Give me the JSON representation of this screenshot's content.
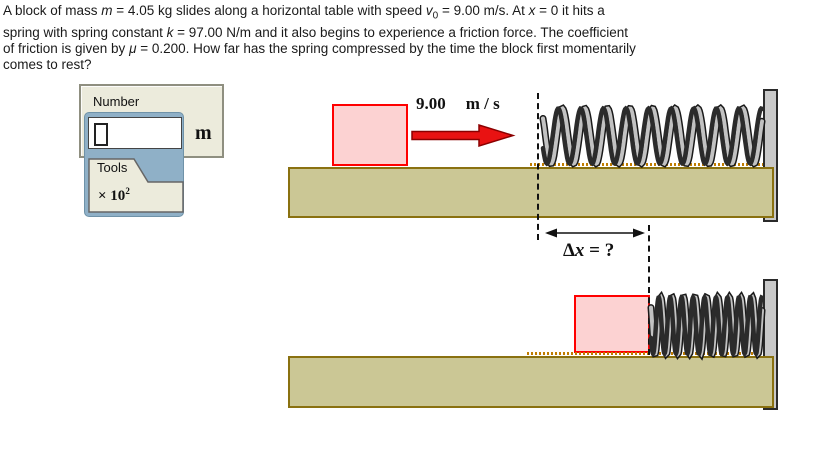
{
  "problem": {
    "lines": [
      [
        {
          "t": "A block of mass "
        },
        {
          "t": "m",
          "i": true
        },
        {
          "t": " = 4.05 kg slides along a horizontal table with speed "
        },
        {
          "t": "v",
          "i": true
        },
        {
          "t": "0",
          "sub": true
        },
        {
          "t": " = 9.00 m/s. At "
        },
        {
          "t": "x",
          "i": true
        },
        {
          "t": " = 0 it hits a"
        }
      ],
      [
        {
          "t": "spring with spring constant "
        },
        {
          "t": "k",
          "i": true
        },
        {
          "t": " = 97.00 N/m and it also begins to experience a friction force. The coefficient"
        }
      ],
      [
        {
          "t": "of friction is given by "
        },
        {
          "t": "μ",
          "i": true
        },
        {
          "t": " = 0.200. How far has the spring compressed by the time the block first momentarily"
        }
      ],
      [
        {
          "t": "comes to rest?"
        }
      ]
    ]
  },
  "answer_widget": {
    "label": "Number",
    "input_value": "",
    "unit": "m",
    "tools": {
      "label": "Tools",
      "multiplier_base": "× 10",
      "multiplier_exp": "2"
    }
  },
  "diagram": {
    "speed_value": "9.00",
    "speed_unit": "m / s",
    "delta_prefix": "Δ",
    "delta_var": "x",
    "delta_suffix": " = ?"
  },
  "colors": {
    "table-fill": "#cbc795",
    "table-border": "#8a7110",
    "friction-dots": "#c07d00",
    "block-fill": "#fcd2d2",
    "block-border": "#ff0000",
    "wall-fill": "#c9c9c9",
    "wall-border": "#2a2a2a",
    "arrow-fill": "#e91212",
    "arrow-border": "#8b0000",
    "panel-blue": "#8fb0c7",
    "panel-beige": "#ecebdc",
    "spring-dark": "#2b2b2b",
    "spring-light": "#c2c2c2"
  }
}
